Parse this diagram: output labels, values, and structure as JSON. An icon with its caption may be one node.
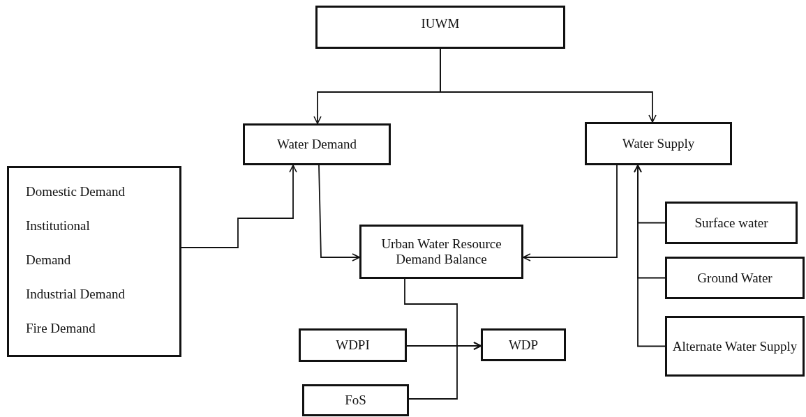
{
  "diagram": {
    "nodes": [
      {
        "text": [
          "IUWM"
        ]
      },
      {
        "text": [
          "Water Demand"
        ]
      },
      {
        "text": [
          "Water Supply"
        ]
      },
      {
        "text": [
          "Domestic Demand",
          "Institutional",
          "Demand",
          "Industrial Demand",
          "Fire Demand"
        ]
      },
      {
        "text": [
          "Urban Water Resource Demand Balance"
        ]
      },
      {
        "text": [
          "WDPI"
        ]
      },
      {
        "text": [
          "WDP"
        ]
      },
      {
        "text": [
          "FoS"
        ]
      },
      {
        "text": [
          "Surface water"
        ]
      },
      {
        "text": [
          "Ground Water"
        ]
      },
      {
        "text": [
          "Alternate Water Supply"
        ]
      }
    ],
    "edges": [
      {
        "from": 0,
        "to": 1,
        "arrow": "to"
      },
      {
        "from": 0,
        "to": 2,
        "arrow": "to"
      },
      {
        "from": 3,
        "to": 1,
        "arrow": "to"
      },
      {
        "from": 1,
        "to": 4,
        "arrow": "to"
      },
      {
        "from": 2,
        "to": 4,
        "arrow": "to"
      },
      {
        "from": 4,
        "to": 6,
        "arrow": "to"
      },
      {
        "from": 5,
        "to": 6,
        "arrow": "to"
      },
      {
        "from": 7,
        "to": 6,
        "arrow": "to"
      },
      {
        "from": 8,
        "to": 2,
        "arrow": "to"
      },
      {
        "from": 9,
        "to": 2,
        "arrow": "to"
      },
      {
        "from": 10,
        "to": 2,
        "arrow": "to"
      }
    ]
  }
}
